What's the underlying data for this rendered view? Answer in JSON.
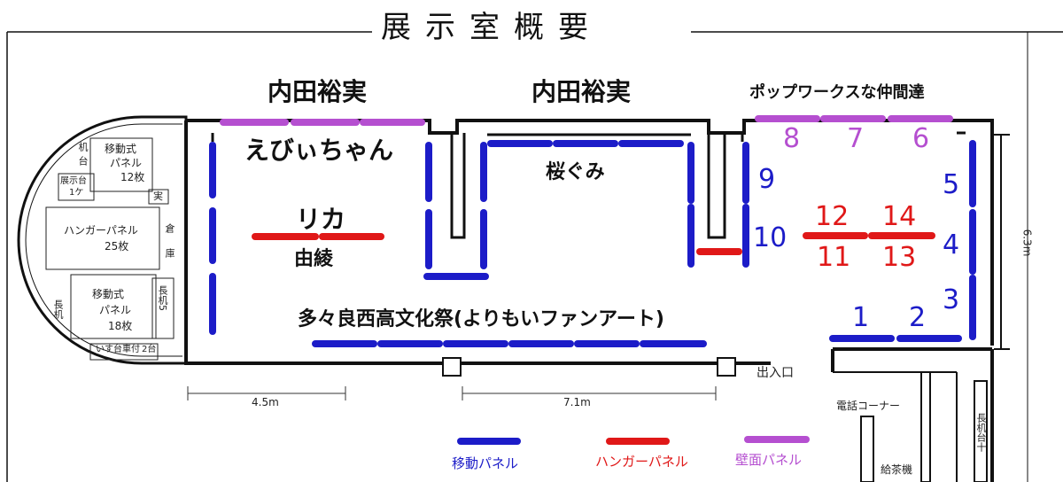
{
  "title": "展示室概要",
  "areas": {
    "uchida_left": "内田裕実",
    "uchida_center": "内田裕実",
    "popworks": "ポップワークスな仲間達",
    "ebii": "えびぃちゃん",
    "sakura": "桜ぐみ",
    "rika": "リカ",
    "yuki": "由綾",
    "tatara": "多々良西高文化祭(よりもいファンアート)"
  },
  "panel_numbers": {
    "n1": "1",
    "n2": "2",
    "n3": "3",
    "n4": "4",
    "n5": "5",
    "n6": "6",
    "n7": "7",
    "n8": "8",
    "n9": "9",
    "n10": "10",
    "n11": "11",
    "n12": "12",
    "n13": "13",
    "n14": "14"
  },
  "storage": {
    "mobile12": [
      "移動式",
      "パネル",
      "12枚"
    ],
    "hanger25": [
      "ハンガーパネル",
      "25枚"
    ],
    "mobile18": [
      "移動式",
      "パネル",
      "18枚"
    ],
    "cart": "いす台車付",
    "cart_count": "2台",
    "small_a": "展示台",
    "small_b": "1ケ",
    "kyo": "実",
    "vert_table": "長机",
    "vert_cabinet": "長机5",
    "mid_a": "倉",
    "mid_b": "庫",
    "table_label": "机",
    "table_label2": "台"
  },
  "dimensions": {
    "d45": "4.5m",
    "d71": "7.1m",
    "d63": "6.3m"
  },
  "facilities": {
    "entrance": "出入口",
    "phone": "電話コーナー",
    "tea": "給茶機",
    "long_table": "長机台十"
  },
  "legend": {
    "mobile": "移動パネル",
    "hanger": "ハンガーパネル",
    "wall": "壁面パネル"
  },
  "colors": {
    "mobile": "#1c1cc8",
    "hanger": "#e01818",
    "wall": "#b54fd0",
    "wall_line": "#111111"
  }
}
